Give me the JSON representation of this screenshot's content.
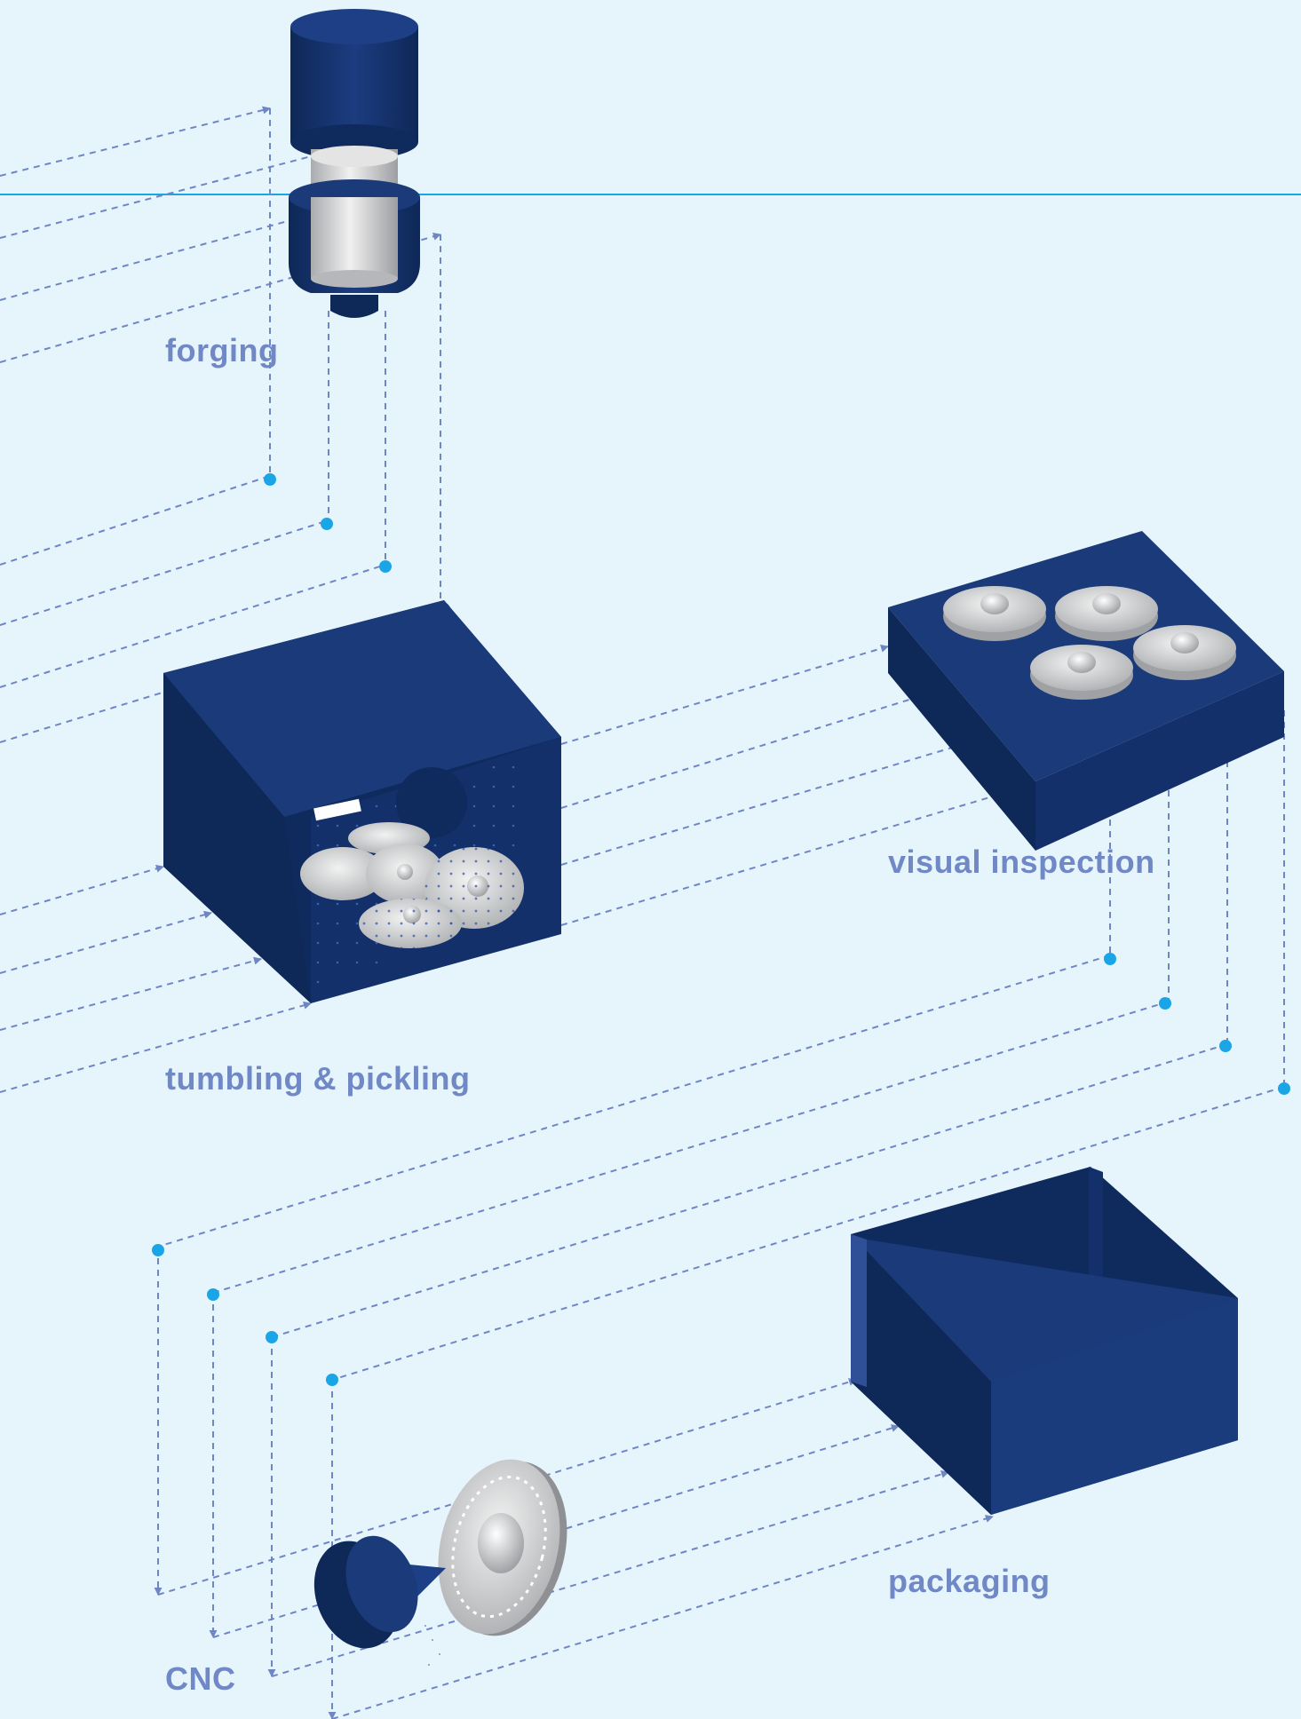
{
  "stages": [
    {
      "id": "forging",
      "label": "forging"
    },
    {
      "id": "tumbling",
      "label": "tumbling & pickling"
    },
    {
      "id": "inspection",
      "label": "visual inspection"
    },
    {
      "id": "cnc",
      "label": "CNC"
    },
    {
      "id": "packaging",
      "label": "packaging"
    }
  ],
  "colors": {
    "background": "#e6f5fc",
    "machine_dark": "#0f2a5c",
    "machine_mid": "#1a3a7a",
    "machine_light": "#2f4f96",
    "flow_line": "#6f86c4",
    "node_dot": "#1aa6e6",
    "horizon_line": "#1aa6e6",
    "part_metal": "#c8c8c8",
    "label_text": "#7088c6"
  },
  "icons": [
    "forging-press-icon",
    "tumbling-box-icon",
    "inspection-tray-icon",
    "cnc-lathe-icon",
    "packaging-box-icon",
    "metal-disc-icon"
  ]
}
